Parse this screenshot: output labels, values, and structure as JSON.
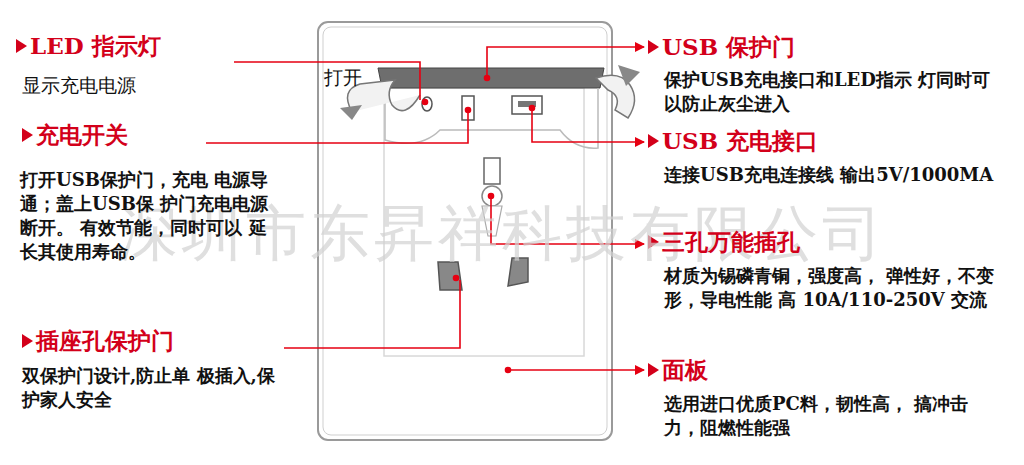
{
  "diagram": {
    "labels": [
      "LED 指示灯",
      "显示充电电源",
      "充电开关",
      "打开USB保护门，充电 电源导通；盖上USB保 护门充电电源断开。 有效节能，同时可以 延长其使用寿命。",
      "插座孔保护门",
      "双保护门设计,防止单 极插入,保护家人安全",
      "USB 保护门",
      "保护USB充电接口和LED指示 灯同时可以防止灰尘进入",
      "USB 充电接口",
      "连接USB充电连接线 输出5V/1000MA",
      "三孔万能插孔",
      "材质为锡磷青铜，强度高， 弹性好，不变形，导电性能 高 10A/110-250V 交流",
      "面板",
      "选用进口优质PC料，韧性高， 搞冲击力，阻燃性能强",
      "打开",
      "深圳市东昇祥科技有限公司"
    ]
  }
}
